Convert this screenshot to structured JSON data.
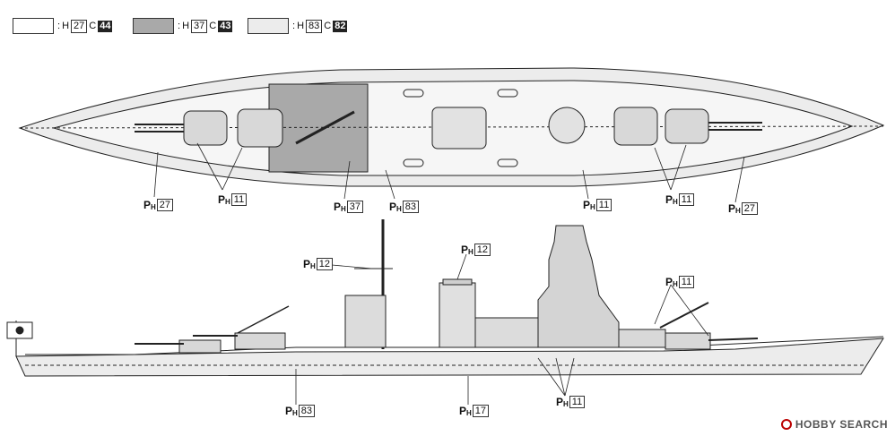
{
  "legend": [
    {
      "fill": "#ffffff",
      "colon": ":",
      "h_label": "H",
      "h_code": "27",
      "c_label": "C",
      "c_code": "44"
    },
    {
      "fill": "#a9a9a9",
      "colon": ":",
      "h_label": "H",
      "h_code": "37",
      "c_label": "C",
      "c_code": "43"
    },
    {
      "fill": "#ececec",
      "colon": ":",
      "h_label": "H",
      "h_code": "83",
      "c_label": "C",
      "c_code": "82"
    }
  ],
  "callouts": [
    {
      "p": "P",
      "h": "H",
      "n": "27"
    },
    {
      "p": "P",
      "h": "H",
      "n": "11"
    },
    {
      "p": "P",
      "h": "H",
      "n": "37"
    },
    {
      "p": "P",
      "h": "H",
      "n": "83"
    },
    {
      "p": "P",
      "h": "H",
      "n": "11"
    },
    {
      "p": "P",
      "h": "H",
      "n": "11"
    },
    {
      "p": "P",
      "h": "H",
      "n": "27"
    },
    {
      "p": "P",
      "h": "H",
      "n": "12"
    },
    {
      "p": "P",
      "h": "H",
      "n": "12"
    },
    {
      "p": "P",
      "h": "H",
      "n": "11"
    },
    {
      "p": "P",
      "h": "H",
      "n": "83"
    },
    {
      "p": "P",
      "h": "H",
      "n": "17"
    },
    {
      "p": "P",
      "h": "H",
      "n": "11"
    }
  ],
  "watermark": {
    "text": "HOBBY SEARCH"
  },
  "colors": {
    "hull_light": "#ececec",
    "deck_dark": "#a9a9a9",
    "line": "#222222"
  }
}
